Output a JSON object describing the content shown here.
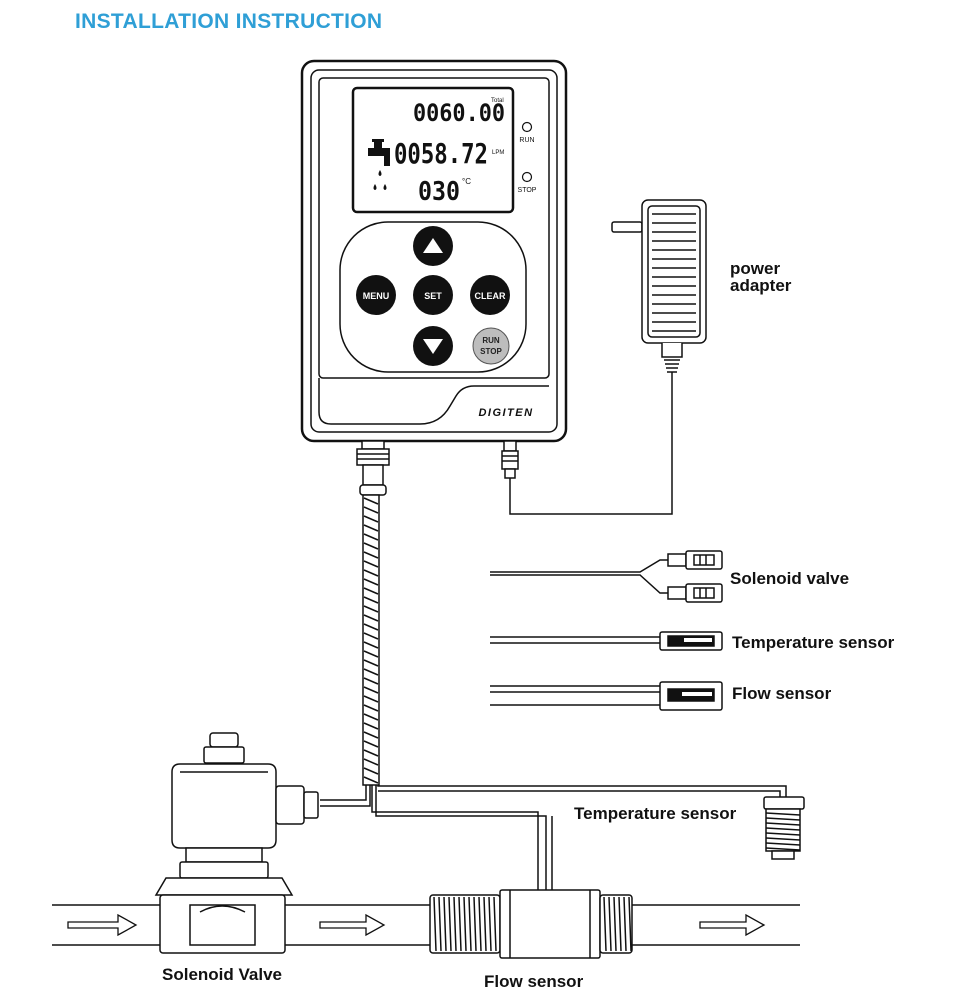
{
  "title": "INSTALLATION  INSTRUCTION",
  "display": {
    "total": "0060.00",
    "total_unit": "Total",
    "rate": "0058.72",
    "rate_unit": "LPM",
    "temp": "030",
    "temp_unit": "°C",
    "run_label": "RUN",
    "stop_label": "STOP"
  },
  "buttons": {
    "menu": "MENU",
    "set": "SET",
    "clear": "CLEAR",
    "run": "RUN",
    "stop": "STOP"
  },
  "brand": "DIGITEN",
  "labels": {
    "power_adapter_1": "power",
    "power_adapter_2": "adapter",
    "solenoid_connector": "Solenoid valve",
    "temp_connector": "Temperature sensor",
    "flow_connector": "Flow sensor",
    "temp_sensor": "Temperature  sensor",
    "solenoid_valve": "Solenoid Valve",
    "flow_sensor": "Flow  sensor"
  },
  "colors": {
    "title": "#2f9fd6",
    "ink": "#111111",
    "run_stop_button": "#bdbdbd"
  }
}
